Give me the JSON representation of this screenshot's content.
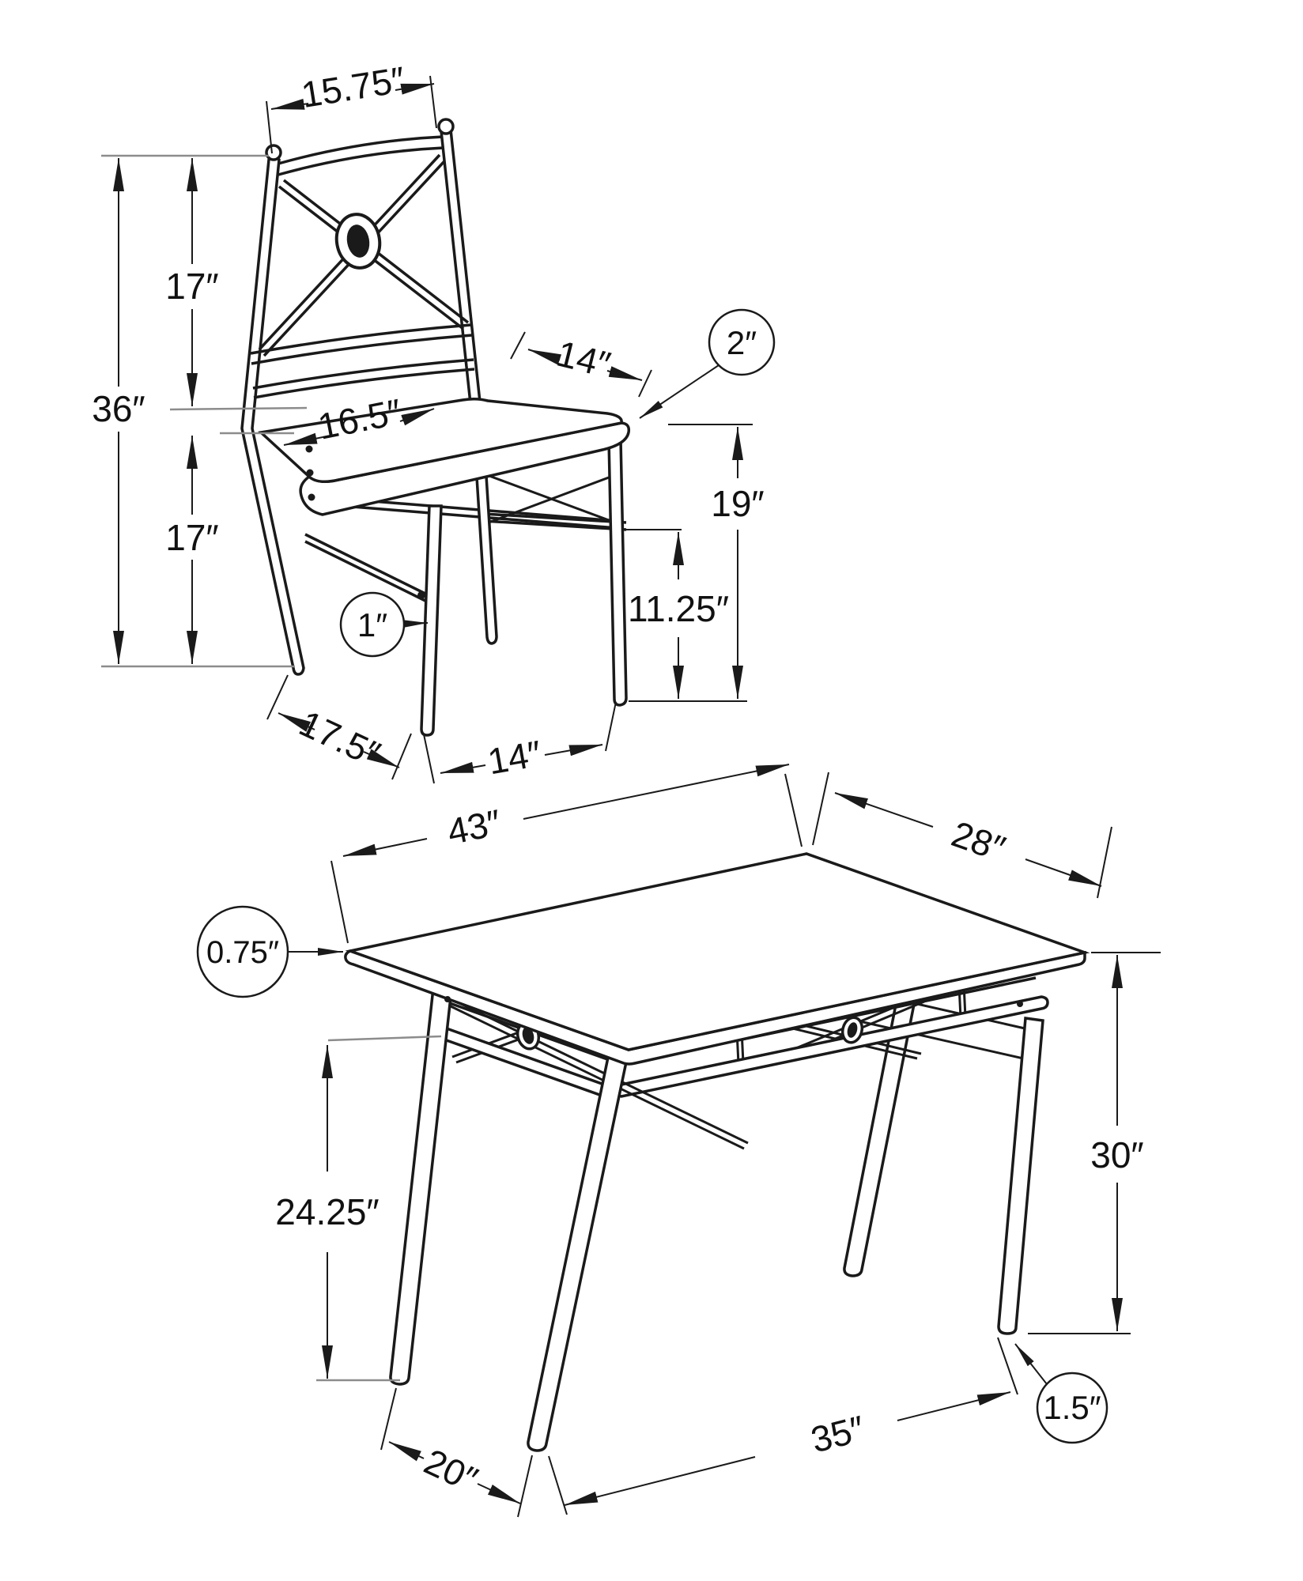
{
  "figure": {
    "type": "furniture-dimension-diagram",
    "line_color": "#1a1a1a",
    "ref_line_color": "#8c8c8c",
    "background": "#ffffff"
  },
  "chair": {
    "back_width": "15.75″",
    "back_height": "17″",
    "total_height": "36″",
    "seat_to_floor": "17″",
    "seat_side_depth": "14″",
    "seat_top_depth": "16.5″",
    "cushion_thickness": "2″",
    "seat_height": "19″",
    "stretcher_height": "11.25″",
    "leg_diameter": "1″",
    "base_depth": "17.5″",
    "front_leg_span": "14″"
  },
  "table": {
    "top_length": "43″",
    "top_depth": "28″",
    "top_thickness": "0.75″",
    "floor_to_stretcher": "24.25″",
    "height": "30″",
    "leg_inset_depth": "20″",
    "leg_span_length": "35″",
    "leg_diameter": "1.5″"
  }
}
